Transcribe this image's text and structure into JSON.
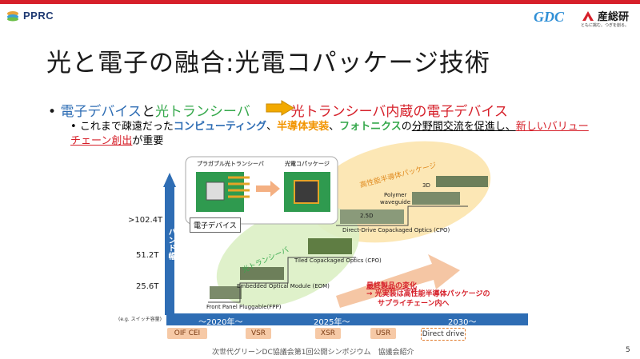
{
  "header": {
    "logo_text": "PPRC",
    "gdc_logo": "GDC",
    "aist_name": "産総研",
    "aist_tagline": "ともに挑む。つぎを創る。",
    "accent_color": "#d6202a"
  },
  "title": "光と電子の融合:光電コパッケージ技術",
  "bullet1": {
    "part1": "電子デバイス",
    "part2": "と",
    "part3": "光トランシーバ",
    "part4": "光トランシーバ内蔵の電子デバイス"
  },
  "bullet2": {
    "t1": "これまで疎遠だった",
    "t2": "コンピューティング",
    "t3": "、",
    "t4": "半導体実装",
    "t5": "、",
    "t6": "フォトニクス",
    "t7": "の",
    "t8": "分野間交流を促進し",
    "t9": "、",
    "t10": "新しいバリューチェーン創出",
    "t11": "が重要"
  },
  "diagram": {
    "inset_left_label": "プラガブル光トランシーバ",
    "inset_right_label": "光電コパッケージ",
    "electronic_device": "電子デバイス",
    "band_axis": "バンド幅",
    "y_ticks": [
      ">102.4T",
      "51.2T",
      "25.6T"
    ],
    "y_note": "(e.g. スイッチ容量)",
    "fpp": "Front Panel Pluggable(FPP)",
    "eom": "Embedded Optical Module (EOM)",
    "cpo_tiled": "Tiled Copackaged Optics (CPO)",
    "cpo_dd": "Direct-Drive Copackaged Optics (CPO)",
    "optical_transceiver": "光トランシーバ",
    "hp_semi_package": "高性能半導体パッケージ",
    "label_3d": "3D",
    "label_25d": "2.5D",
    "polymer": "Polymer",
    "waveguide": "waveguide",
    "final_title": "最終製品の変化",
    "final_body1": "→ 光実装は高性能半導体パッケージの",
    "final_body2": "サプライチェーン内へ"
  },
  "timeline": {
    "years": [
      "～2020年～",
      "2025年～",
      "2030～"
    ],
    "tags": [
      "OIF CEI",
      "VSR",
      "XSR",
      "USR",
      "Direct drive"
    ]
  },
  "footer": "次世代グリーンDC協議会第1回公開シンポジウム　協議会紹介",
  "page_number": "5"
}
